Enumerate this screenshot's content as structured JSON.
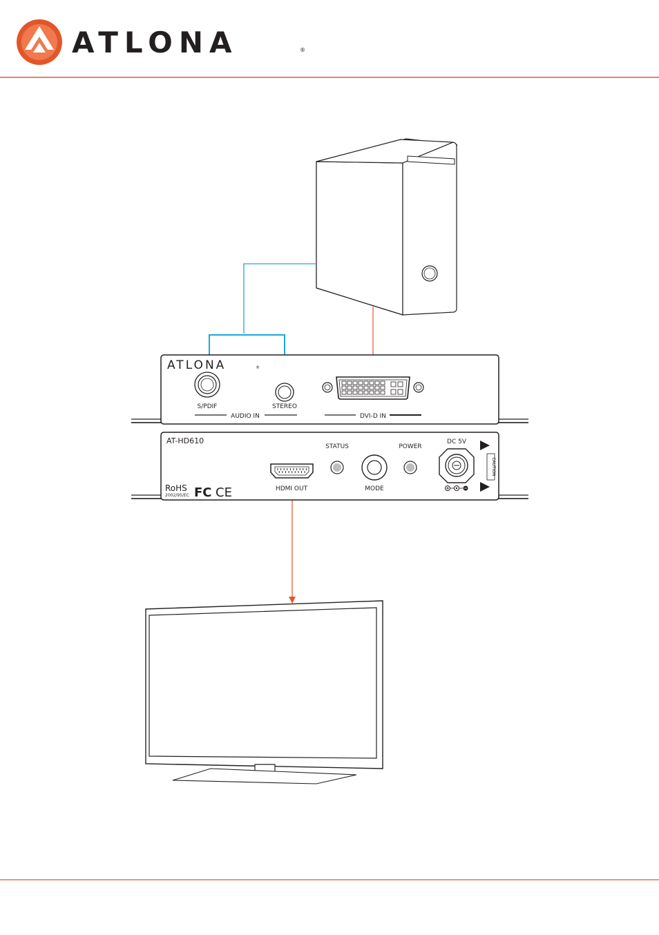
{
  "header": {
    "brand": "ATLONA",
    "registered": "®"
  },
  "colors": {
    "accent": "#e2562a",
    "cable_orange": "#e2562a",
    "cable_blue": "#1ca6dc",
    "ink": "#231f20"
  },
  "input_panel": {
    "brand": "ATLONA",
    "spdif_label": "S/PDIF",
    "stereo_label": "STEREO",
    "audio_in_label": "AUDIO IN",
    "dvi_label": "DVI-D IN"
  },
  "output_panel": {
    "model": "AT-HD610",
    "status_label": "STATUS",
    "power_label": "POWER",
    "mode_label": "MODE",
    "hdmi_label": "HDMI OUT",
    "dc_label": "DC 5V",
    "caution_label": "CAUTION",
    "rohs_label": "RoHS",
    "rohs_directive": "2002/95/EC",
    "fc_mark": "FC",
    "ce_mark": "CE"
  },
  "icons": [
    "atlona-logo-icon",
    "computer-tower-icon",
    "tv-monitor-icon",
    "dvi-connector-icon",
    "hdmi-connector-icon",
    "dc-jack-icon",
    "warning-triangle-icon"
  ]
}
